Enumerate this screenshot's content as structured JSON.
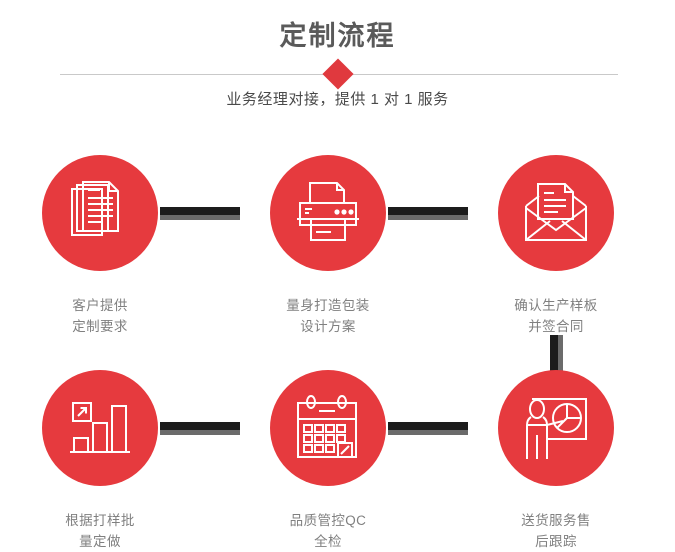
{
  "header": {
    "title": "定制流程",
    "subtitle": "业务经理对接，提供 1 对 1 服务",
    "divider_icon": "diamond-icon",
    "accent_color": "#e63a3e",
    "title_color": "#5a5a5a",
    "divider_color": "#c9c9c9"
  },
  "flow": {
    "connector_color": "#1c1c1c",
    "connector_shadow_color": "#6b6b6b",
    "label_color": "#808080",
    "steps": [
      {
        "index": 1,
        "icon": "documents-stack-icon",
        "line1": "客户提供",
        "line2": "定制要求"
      },
      {
        "index": 2,
        "icon": "printer-icon",
        "line1": "量身打造包装",
        "line2": "设计方案"
      },
      {
        "index": 3,
        "icon": "envelope-document-icon",
        "line1": "确认生产样板",
        "line2": "并签合同"
      },
      {
        "index": 4,
        "icon": "bar-chart-growth-icon",
        "line1": "根据打样批",
        "line2": "量定做"
      },
      {
        "index": 5,
        "icon": "calendar-check-icon",
        "line1": "品质管控QC",
        "line2": "全检"
      },
      {
        "index": 6,
        "icon": "presenter-pie-chart-icon",
        "line1": "送货服务售",
        "line2": "后跟踪"
      }
    ]
  }
}
